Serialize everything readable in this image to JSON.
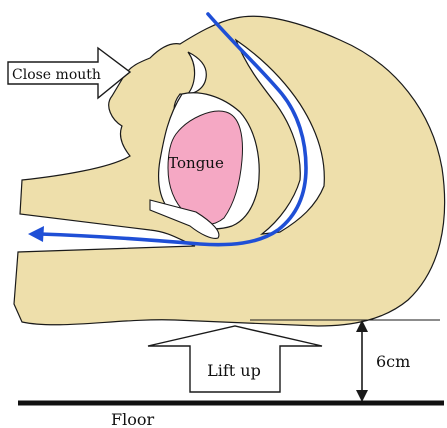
{
  "labels": {
    "close_mouth": "Close mouth",
    "tongue": "Tongue",
    "lift_up": "Lift up",
    "height": "6cm",
    "floor": "Floor"
  },
  "colors": {
    "head": "#eedfab",
    "tongue": "#f5a8c4",
    "airway": "#1f4fd6",
    "outline": "#1a1a1a",
    "background": "#ffffff"
  }
}
